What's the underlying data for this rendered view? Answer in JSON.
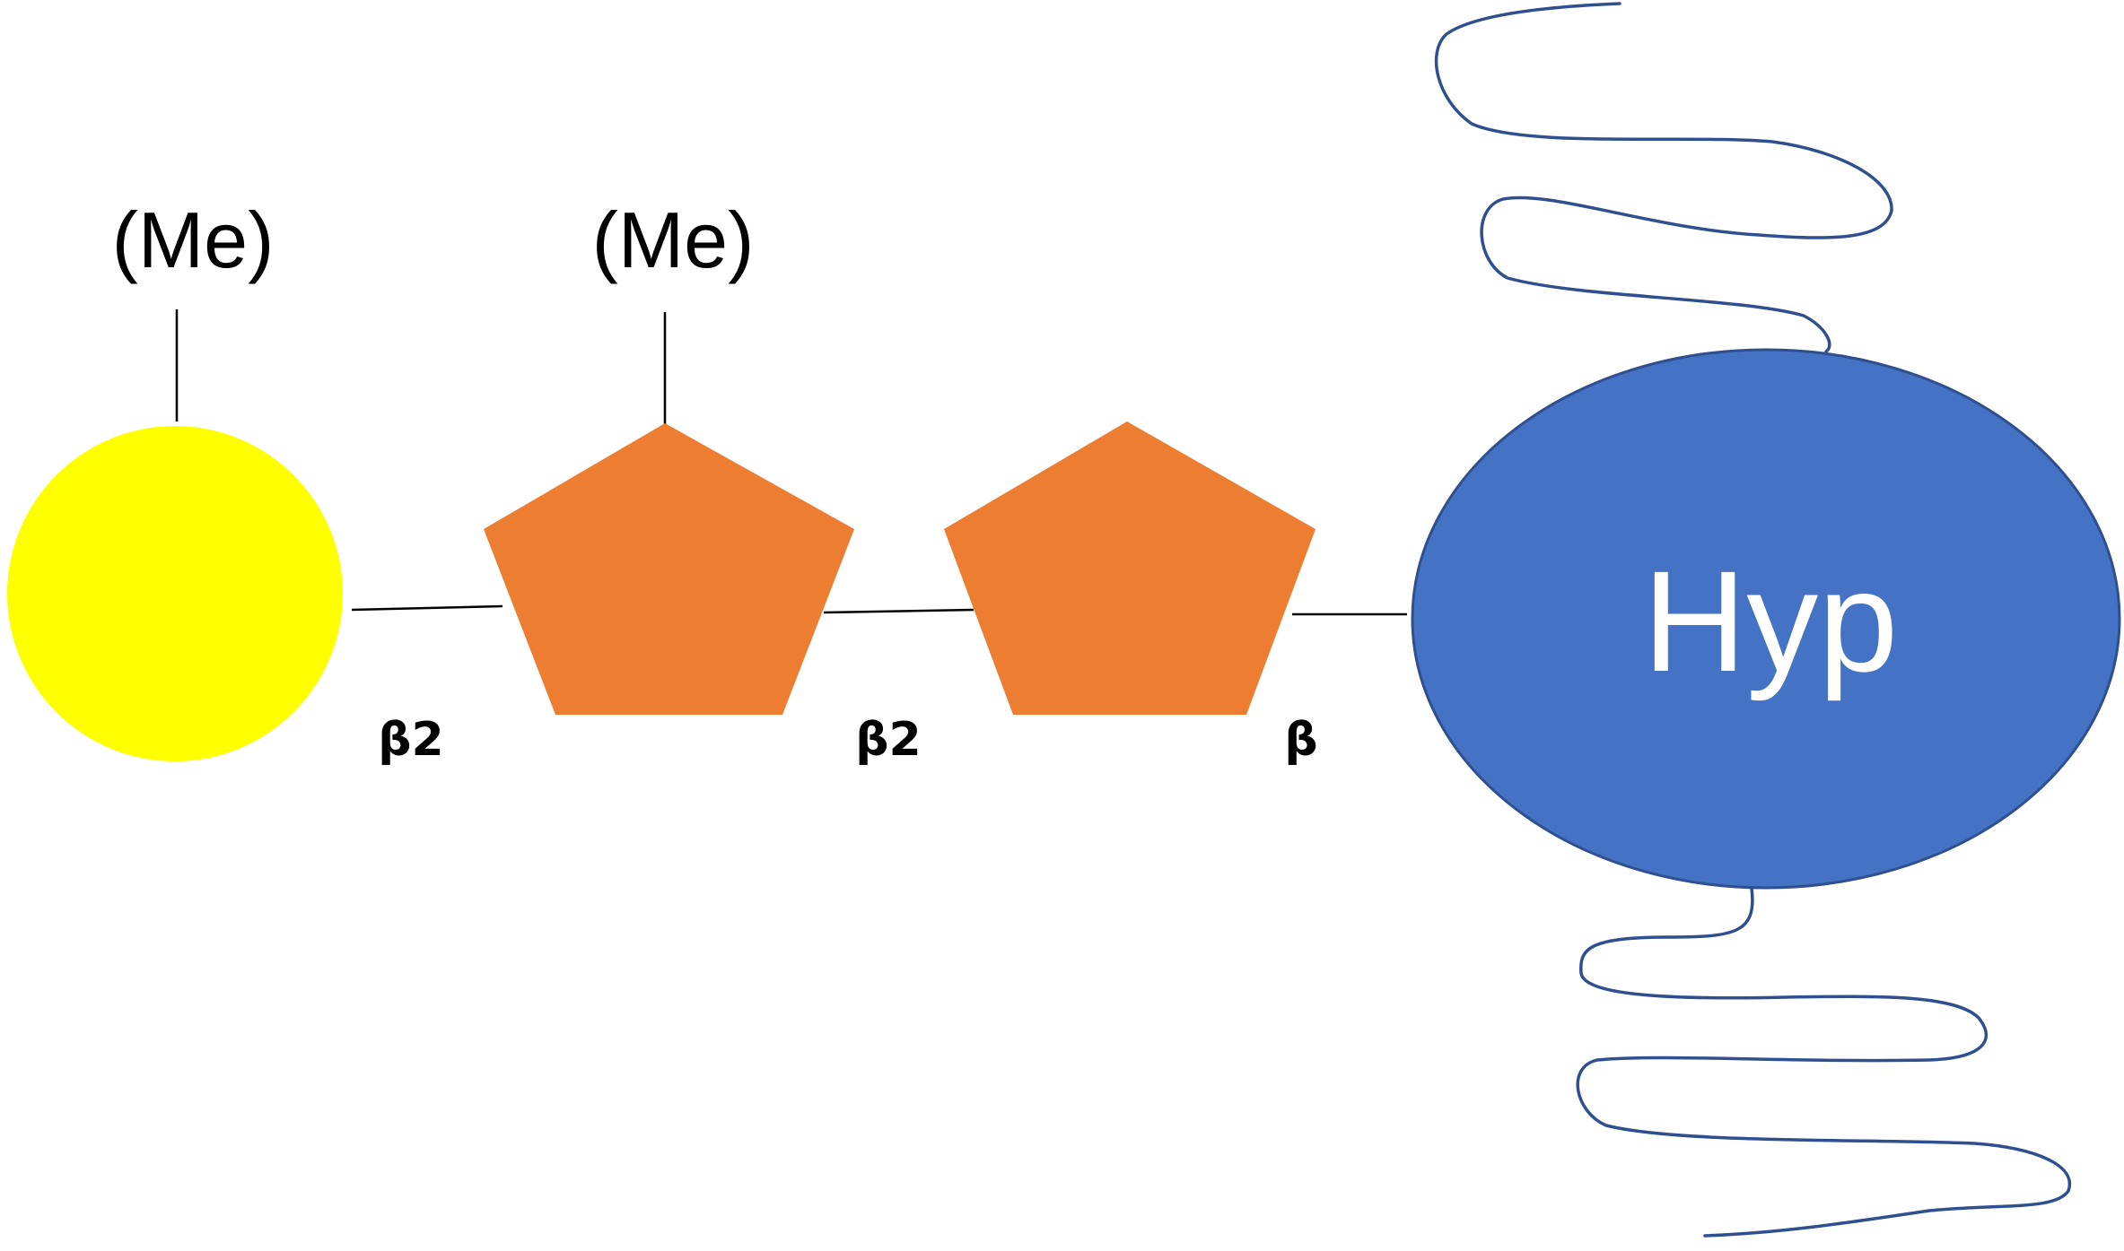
{
  "diagram": {
    "residues": [
      {
        "shape": "circle",
        "color": "#ffff00",
        "substituent": "(Me)"
      },
      {
        "shape": "pentagon",
        "color": "#ed7d31",
        "substituent": "(Me)"
      },
      {
        "shape": "pentagon",
        "color": "#ed7d31",
        "substituent": ""
      }
    ],
    "linkages": [
      "β2",
      "β2",
      "β"
    ],
    "anchor": {
      "label": "Hyp",
      "color": "#4472c4"
    },
    "chain_color": "#2f4f8f"
  }
}
